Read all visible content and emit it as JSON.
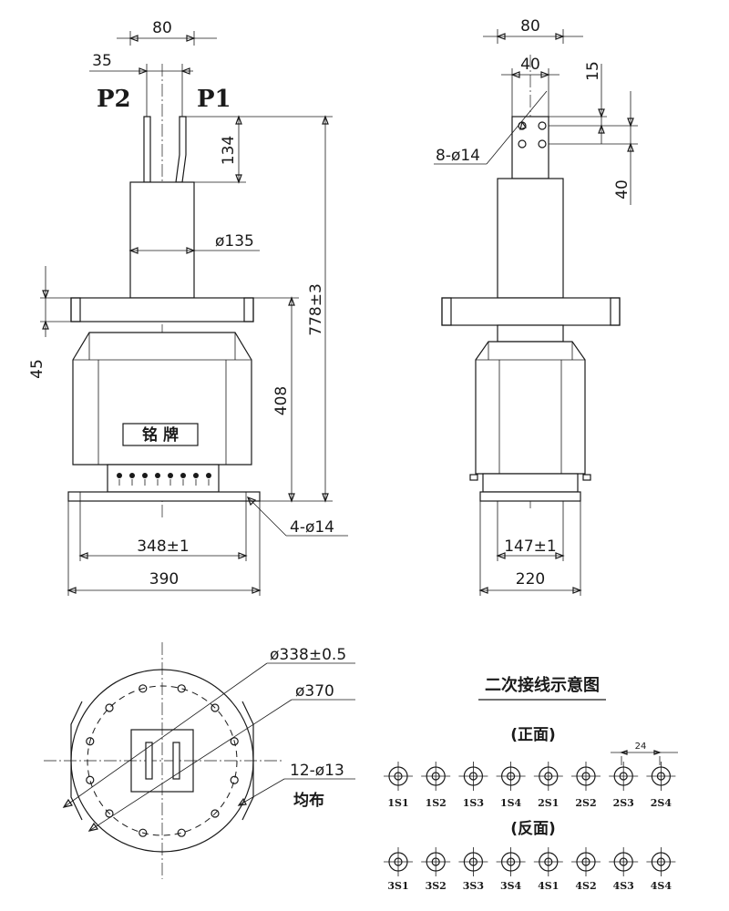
{
  "front_view": {
    "terminal_left": "P2",
    "terminal_right": "P1",
    "dim_top_80": "80",
    "dim_35": "35",
    "dim_134": "134",
    "dim_dia135": "ø135",
    "dim_778": "778±3",
    "dim_45": "45",
    "dim_408": "408",
    "dim_holes": "4-ø14",
    "dim_348": "348±1",
    "dim_390": "390",
    "nameplate": "铭 牌"
  },
  "side_view": {
    "dim_80": "80",
    "dim_40": "40",
    "dim_15": "15",
    "dim_40_v": "40",
    "dim_holes": "8-ø14",
    "dim_147": "147±1",
    "dim_220": "220"
  },
  "bottom_view": {
    "dim_338": "ø338±0.5",
    "dim_370": "ø370",
    "dim_holes": "12-ø13",
    "uniform": "均布"
  },
  "wiring": {
    "title": "二次接线示意图",
    "front_label": "(正面)",
    "back_label": "(反面)",
    "spacing": "24",
    "front_terminals": [
      "1S1",
      "1S2",
      "1S3",
      "1S4",
      "2S1",
      "2S2",
      "2S3",
      "2S4"
    ],
    "back_terminals": [
      "3S1",
      "3S2",
      "3S3",
      "3S4",
      "4S1",
      "4S2",
      "4S3",
      "4S4"
    ]
  }
}
